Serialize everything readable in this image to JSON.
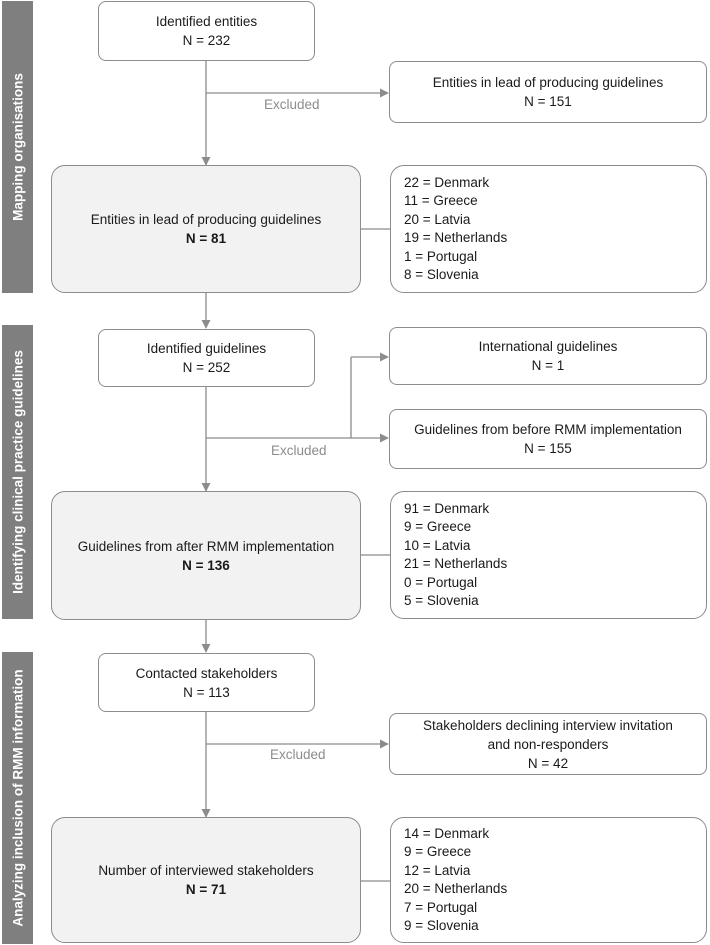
{
  "sections": {
    "mapping": "Mapping organisations",
    "identifying": "Identifying clinical practice guidelines",
    "analyzing": "Analyzing inclusion of RMM information"
  },
  "stage1": {
    "identified": {
      "title": "Identified entities",
      "n": "N = 232"
    },
    "excluded_label": "Excluded",
    "excluded": {
      "title": "Entities in lead of producing guidelines",
      "n": "N = 151"
    },
    "result": {
      "title": "Entities in lead of producing guidelines",
      "n": "N = 81"
    },
    "breakdown": [
      "22 = Denmark",
      "11 = Greece",
      "20 = Latvia",
      "19 = Netherlands",
      "1 = Portugal",
      "8 = Slovenia"
    ]
  },
  "stage2": {
    "identified": {
      "title": "Identified guidelines",
      "n": "N = 252"
    },
    "excluded_label": "Excluded",
    "excluded_a": {
      "title": "International guidelines",
      "n": "N = 1"
    },
    "excluded_b": {
      "title": "Guidelines from before RMM implementation",
      "n": "N = 155"
    },
    "result": {
      "title": "Guidelines from after RMM implementation",
      "n": "N = 136"
    },
    "breakdown": [
      "91 = Denmark",
      "9 = Greece",
      "10 = Latvia",
      "21 = Netherlands",
      "0 = Portugal",
      "5 = Slovenia"
    ]
  },
  "stage3": {
    "identified": {
      "title": "Contacted stakeholders",
      "n": "N = 113"
    },
    "excluded_label": "Excluded",
    "excluded": {
      "title": "Stakeholders declining interview invitation",
      "title2": "and non-responders",
      "n": "N = 42"
    },
    "result": {
      "title": "Number of interviewed stakeholders",
      "n": "N = 71"
    },
    "breakdown": [
      "14 = Denmark",
      "9 = Greece",
      "12 = Latvia",
      "20 = Netherlands",
      "7 = Portugal",
      "9 = Slovenia"
    ]
  }
}
